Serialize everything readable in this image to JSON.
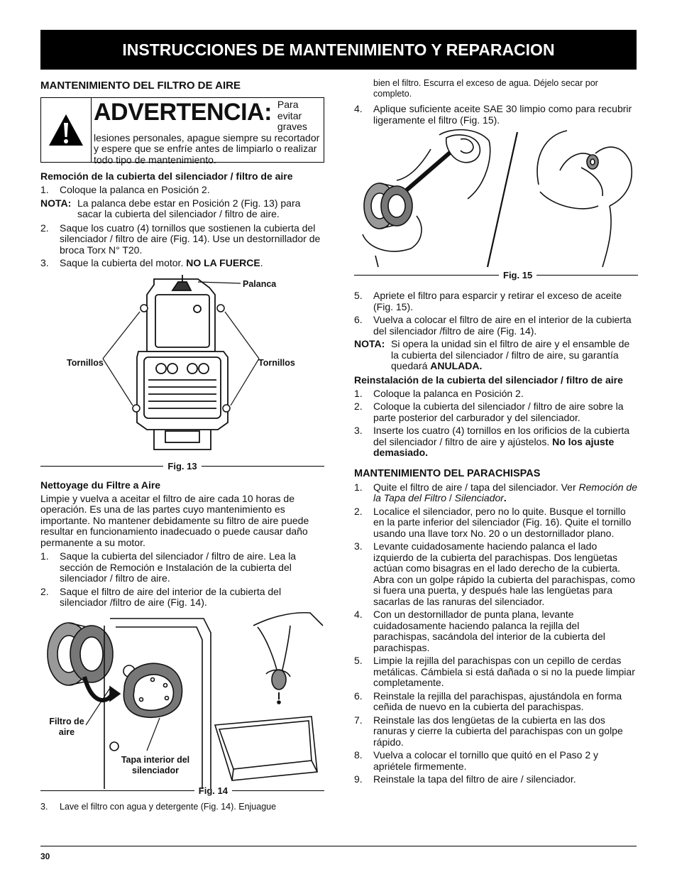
{
  "banner": "INSTRUCCIONES DE MANTENIMIENTO Y REPARACION",
  "left": {
    "h_filter": "MANTENIMIENTO DEL FILTRO DE AIRE",
    "warn_big": "ADVERTENCIA:",
    "warn_text": "Para evitar graves lesiones personales, apague siempre su recortador y espere que se enfríe antes de limpiarlo o realizar todo tipo de mantenimiento.",
    "h_removal": "Remoción de la cubierta del silenciador / filtro de aire",
    "r1": "Coloque la palanca en Posición 2.",
    "nota_label": "NOTA:",
    "nota_text": "La palanca debe estar en Posición 2 (Fig. 13) para sacar la cubierta del silenciador / filtro de aire.",
    "r2": "Saque los cuatro (4) tornillos que sostienen la cubierta del silenciador / filtro de aire (Fig. 14). Use un destornillador de broca Torx N° T20.",
    "r3a": "Saque la cubierta del motor. ",
    "r3b": "NO LA FUERCE",
    "r3c": ".",
    "fig13_palanca": "Palanca",
    "fig13_tornillos_l": "Tornillos",
    "fig13_tornillos_r": "Tornillos",
    "fig13": "Fig. 13",
    "h_nettoyage": "Nettoyage du Filtre a Aire",
    "nettoyage_text": "Limpie y vuelva a aceitar el filtro de aire cada 10 horas de operación. Es una de las partes cuyo mantenimiento es importante. No mantener debidamente su filtro de aire puede resultar en funcionamiento inadecuado o puede causar daño permanente a su motor.",
    "n1": "Saque la cubierta del silenciador / filtro de aire. Lea la sección de Remoción e Instalación de la cubierta del silenciador / filtro de aire.",
    "n2": "Saque el filtro de aire del interior de la cubierta del silenciador /filtro de aire (Fig. 14).",
    "fig14_filtro": "Filtro de aire",
    "fig14_tapa": "Tapa interior del silenciador",
    "fig14": "Fig. 14",
    "n3": "Lave el filtro con agua y detergente (Fig. 14). Enjuague"
  },
  "right": {
    "cont": "bien el filtro. Escurra el exceso de agua. Déjelo secar por completo.",
    "s4": "Aplique suficiente aceite SAE 30 limpio como para recubrir ligeramente el filtro (Fig. 15).",
    "fig15": "Fig. 15",
    "s5": "Apriete el filtro para esparcir y retirar el exceso de aceite (Fig. 15).",
    "s6": "Vuelva a colocar el filtro de aire en el interior de la cubierta del silenciador /filtro de aire (Fig. 14).",
    "nota_label": "NOTA:",
    "nota_a": "Si opera la unidad sin el filtro de aire y el ensamble de la cubierta del silenciador / filtro de aire, su garantía quedará ",
    "nota_b": "ANULADA.",
    "h_reinst": "Reinstalación de la cubierta del silenciador / filtro de aire",
    "i1": "Coloque la palanca en Posición 2.",
    "i2": "Coloque la cubierta del silenciador / filtro de aire sobre la parte posterior del carburador y del silenciador.",
    "i3a": "Inserte los cuatro (4) tornillos en los orificios de la cubierta del silenciador / filtro de aire y ajústelos. ",
    "i3b": "No los ajuste demasiado.",
    "h_parach": "MANTENIMIENTO DEL PARACHISPAS",
    "p1a": "Quite el filtro de aire / tapa del silenciador. Ver ",
    "p1b": "Remoción de la Tapa del Filtro",
    "p1c": " / ",
    "p1d": "Silenciador",
    "p1e": ".",
    "p2": "Localice el silenciador, pero no lo quite. Busque el tornillo en la parte inferior del silenciador (Fig. 16). Quite el tornillo usando una llave torx No. 20 o un destornillador plano.",
    "p3": "Levante cuidadosamente haciendo palanca el lado izquierdo de la cubierta del parachispas. Dos lengüetas actúan como bisagras en el lado derecho de la cubierta. Abra con un golpe rápido la cubierta del parachispas, como si fuera una puerta, y después hale las lengüetas para sacarlas de las ranuras del silenciador.",
    "p4": "Con un destornillador de punta plana, levante cuidadosamente haciendo palanca la rejilla del parachispas, sacándola del interior de la cubierta del parachispas.",
    "p5": "Limpie la rejilla del parachispas con un cepillo de cerdas metálicas. Cámbiela si está dañada o si no la puede limpiar completamente.",
    "p6": "Reinstale la rejilla del parachispas, ajustándola en forma ceñida de nuevo en la cubierta del parachispas.",
    "p7": "Reinstale las dos lengüetas de la cubierta en las dos ranuras y cierre la cubierta del parachispas con un golpe rápido.",
    "p8": "Vuelva a colocar el tornillo que quitó en el Paso 2 y apriétele firmemente.",
    "p9": "Reinstale la tapa del filtro de aire / silenciador."
  },
  "page_number": "30",
  "numbers": [
    "1.",
    "2.",
    "3.",
    "4.",
    "5.",
    "6.",
    "7.",
    "8.",
    "9."
  ]
}
